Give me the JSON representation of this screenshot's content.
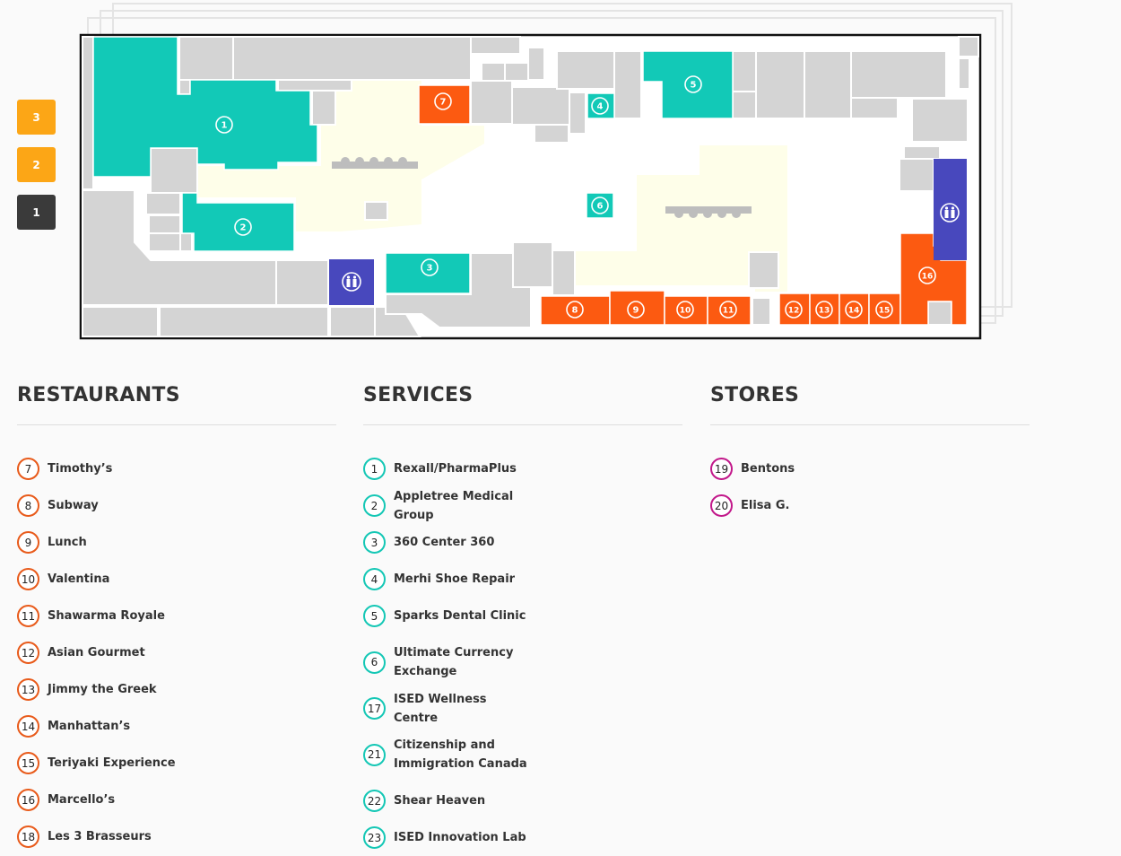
{
  "floors": [
    "3",
    "2",
    "1"
  ],
  "active_floor": "1",
  "colors": {
    "restaurant": "#fc5a11",
    "service": "#12c9b7",
    "store": "#c2188a",
    "washroom": "#4848bd",
    "active_floor": "#3a3a3a",
    "floor_button": "#fca616"
  },
  "map": {
    "service_units": [
      "1",
      "2",
      "3",
      "4",
      "5",
      "6"
    ],
    "restaurant_units": [
      "7",
      "8",
      "9",
      "10",
      "11",
      "12",
      "13",
      "14",
      "15",
      "16"
    ],
    "washroom_icon": "washroom-icon"
  },
  "sections": {
    "restaurants": {
      "title": "RESTAURANTS",
      "items": [
        {
          "num": "7",
          "name": "Timothy’s"
        },
        {
          "num": "8",
          "name": "Subway"
        },
        {
          "num": "9",
          "name": "Lunch"
        },
        {
          "num": "10",
          "name": "Valentina"
        },
        {
          "num": "11",
          "name": "Shawarma Royale"
        },
        {
          "num": "12",
          "name": "Asian Gourmet"
        },
        {
          "num": "13",
          "name": "Jimmy the Greek"
        },
        {
          "num": "14",
          "name": "Manhattan’s"
        },
        {
          "num": "15",
          "name": "Teriyaki Experience"
        },
        {
          "num": "16",
          "name": "Marcello’s"
        },
        {
          "num": "18",
          "name": "Les 3 Brasseurs"
        }
      ]
    },
    "services": {
      "title": "SERVICES",
      "items": [
        {
          "num": "1",
          "name": "Rexall/PharmaPlus"
        },
        {
          "num": "2",
          "name": "Appletree Medical Group"
        },
        {
          "num": "3",
          "name": "360 Center 360"
        },
        {
          "num": "4",
          "name": "Merhi Shoe Repair"
        },
        {
          "num": "5",
          "name": "Sparks Dental Clinic"
        },
        {
          "num": "6",
          "name": "Ultimate Currency Exchange"
        },
        {
          "num": "17",
          "name": "ISED Wellness Centre"
        },
        {
          "num": "21",
          "name": "Citizenship and Immigration Canada"
        },
        {
          "num": "22",
          "name": "Shear Heaven"
        },
        {
          "num": "23",
          "name": "ISED Innovation Lab"
        }
      ]
    },
    "stores": {
      "title": "STORES",
      "items": [
        {
          "num": "19",
          "name": "Bentons"
        },
        {
          "num": "20",
          "name": "Elisa G."
        }
      ]
    }
  }
}
